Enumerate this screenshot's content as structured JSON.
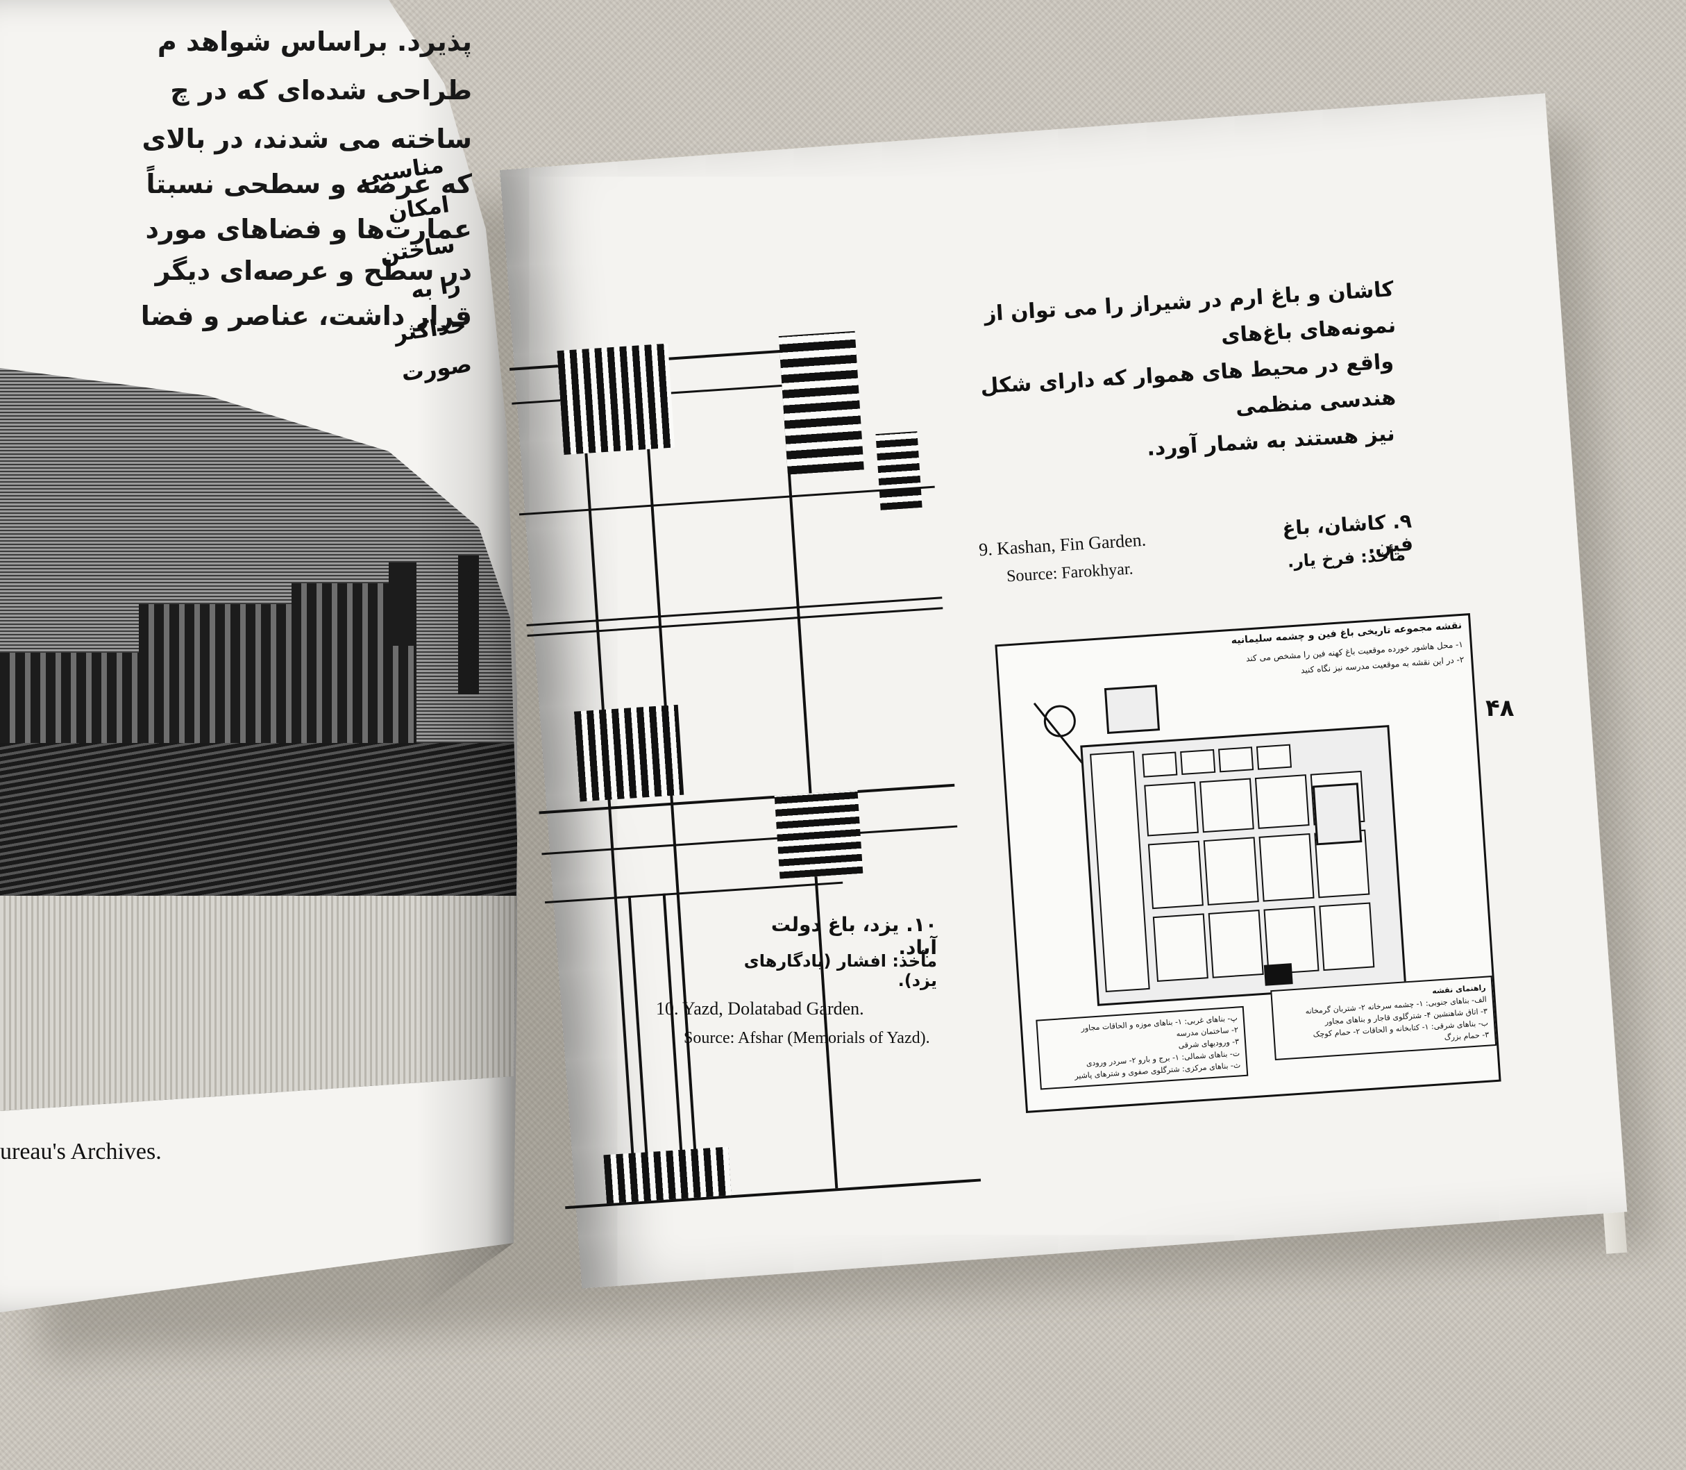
{
  "left_page": {
    "text_lines": [
      "پذیرد. براساس شواهد م",
      "طراحی شده‌ای که در چ",
      "ساخته می شدند، در بالای",
      "که عرصه و سطحی نسبتاً",
      "عمارت‌ها و فضاهای مورد",
      "در سطح و عرصه‌ای دیگر",
      "قرار داشت، عناصر و فضا"
    ],
    "column2_lines": [
      "مناسبی",
      "امکان",
      "ساختن",
      "را به",
      "حداکثر",
      "صورت"
    ],
    "caption": "ureau's Archives."
  },
  "right_page": {
    "intro_lines": [
      "کاشان و باغ ارم در شیراز را می توان از نمونه‌های باغ‌های",
      "واقع در محیط های هموار که دارای شکل هندسی منظمی",
      "نیز هستند به شمار آورد."
    ],
    "fig9": {
      "fa_title": "۹. کاشان، باغ فین.",
      "fa_source": "مأخذ: فرخ یار.",
      "en_title": "9. Kashan, Fin Garden.",
      "en_source": "Source: Farokhyar."
    },
    "fig10": {
      "fa_title": "۱۰. یزد، باغ دولت آباد.",
      "fa_source": "مأخذ: افشار (یادگارهای یزد).",
      "en_title": "10. Yazd, Dolatabad Garden.",
      "en_source": "Source: Afshar (Memorials of Yazd)."
    },
    "page_number": "۴۸",
    "plan_heading": "نقشه مجموعه تاریخی باغ فین و چشمه سلیمانیه",
    "plan_notes": [
      "۱- محل هاشور خورده موقعیت باغ کهنه فین را مشخص می کند",
      "۲- در این نقشه به موقعیت مدرسه نیز نگاه کنید"
    ],
    "plan_legend_title": "راهنمای نقشه",
    "plan_legend": [
      "الف- بناهای جنوبی: ۱- چشمه سرخانه ۲- شتربان گرمخانه",
      "۳- اتاق شاهنشین ۴- شترگلوی قاجار و بناهای مجاور",
      "ب- بناهای شرقی: ۱- کتابخانه و الحاقات ۲- حمام کوچک",
      "۳- حمام بزرگ",
      "پ- بناهای غربی: ۱- بناهای موزه و الحاقات مجاور",
      "۲- ساختمان مدرسه",
      "۳- ورودیهای شرقی",
      "ت- بناهای شمالی: ۱- برج و بارو ۲- سردر ورودی",
      "ث- بناهای مرکزی: شترگلوی صفوی و شترهای پاشیر"
    ]
  }
}
